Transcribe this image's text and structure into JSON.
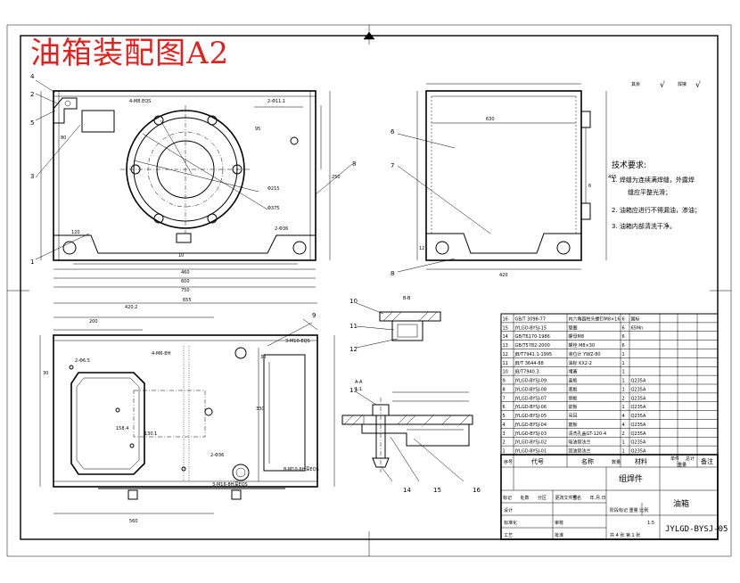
{
  "title": "油箱装配图A2",
  "surface_marks": {
    "rest": "其余",
    "rest_mark": "√",
    "weld": "焊接",
    "weld_mark": "√"
  },
  "tech_requirements": {
    "heading": "技术要求:",
    "items": [
      "1. 焊缝为连续满焊缝，外露焊",
      "缝应平整光滑；",
      "2. 油箱应进行不得漏油，渗油；",
      "3. 油箱内部清洗干净。"
    ]
  },
  "balloons": {
    "front": [
      "4",
      "5",
      "3",
      "1",
      "8",
      "2"
    ],
    "side": [
      "6",
      "7",
      "8"
    ],
    "detail": [
      "10",
      "11",
      "12",
      "13",
      "14",
      "15",
      "16"
    ],
    "top": [
      "9"
    ]
  },
  "dimensions": {
    "front": [
      "4-M8.EQS",
      "2-Φ11.1",
      "Φ215",
      "Φ375",
      "2-Φ36",
      "460",
      "600",
      "750",
      "80",
      "250",
      "95",
      "120",
      "10"
    ],
    "side": [
      "630",
      "420",
      "12",
      "6",
      "495"
    ],
    "top": [
      "655",
      "420.2",
      "200",
      "330",
      "158.4",
      "2-Φ6.5",
      "3-M10-EQS",
      "2-Φ36",
      "8-M10-6H深EQS",
      "4-M6-8H",
      "3-M16-8H深EQS",
      "560",
      "30",
      "30",
      "130.1"
    ],
    "detail": [
      "B-B",
      "A-A",
      "1:1"
    ]
  },
  "parts_table": {
    "rows": [
      {
        "no": "16",
        "code": "GB/T 3098-77",
        "name": "内六角圆柱头螺钉M8×16",
        "qty": "6",
        "material": "国标",
        "weight": "",
        "note": ""
      },
      {
        "no": "15",
        "code": "JYLGD-BYSJ-15",
        "name": "垫圈",
        "qty": "6",
        "material": "65Mn",
        "weight": "",
        "note": ""
      },
      {
        "no": "14",
        "code": "GB/T6170-1986",
        "name": "螺母M8",
        "qty": "6",
        "material": "",
        "weight": "",
        "note": ""
      },
      {
        "no": "13",
        "code": "GB/T5782-2000",
        "name": "螺栓 M8×30",
        "qty": "6",
        "material": "",
        "weight": "",
        "note": ""
      },
      {
        "no": "12",
        "code": "JB/T7941.1-1995",
        "name": "液位计 YWZ-80",
        "qty": "1",
        "material": "",
        "weight": "",
        "note": ""
      },
      {
        "no": "11",
        "code": "JB/T 3644-88",
        "name": "油标 KX2-2",
        "qty": "1",
        "material": "",
        "weight": "",
        "note": ""
      },
      {
        "no": "10",
        "code": "JB/T7940.3",
        "name": "堵塞",
        "qty": "1",
        "material": "",
        "weight": "",
        "note": ""
      },
      {
        "no": "9",
        "code": "JYLGD-BYSJ-09",
        "name": "盖板",
        "qty": "1",
        "material": "Q235A",
        "weight": "",
        "note": ""
      },
      {
        "no": "8",
        "code": "JYLGD-BYSJ-08",
        "name": "底板",
        "qty": "1",
        "material": "Q235A",
        "weight": "",
        "note": ""
      },
      {
        "no": "7",
        "code": "JYLGD-BYSJ-07",
        "name": "侧板",
        "qty": "2",
        "material": "Q235A",
        "weight": "",
        "note": ""
      },
      {
        "no": "6",
        "code": "JYLGD-BYSJ-06",
        "name": "前板",
        "qty": "1",
        "material": "Q235A",
        "weight": "",
        "note": ""
      },
      {
        "no": "5",
        "code": "JYLGD-BYSJ-05",
        "name": "吊耳",
        "qty": "4",
        "material": "Q235A",
        "weight": "",
        "note": ""
      },
      {
        "no": "4",
        "code": "JYLGD-BYSJ-04",
        "name": "筋板",
        "qty": "4",
        "material": "Q235A",
        "weight": "",
        "note": ""
      },
      {
        "no": "3",
        "code": "JYLGD-BYSJ-03",
        "name": "清洗孔盖GT-120-4",
        "qty": "2",
        "material": "Q235A",
        "weight": "",
        "note": ""
      },
      {
        "no": "2",
        "code": "JYLGD-BYSJ-02",
        "name": "吸油管法兰",
        "qty": "1",
        "material": "Q235A",
        "weight": "",
        "note": ""
      },
      {
        "no": "1",
        "code": "JYLGD-BYSJ-01",
        "name": "回油管法兰",
        "qty": "1",
        "material": "Q235A",
        "weight": "",
        "note": ""
      }
    ],
    "header": {
      "no": "序号",
      "code": "代号",
      "name": "名称",
      "qty": "数量",
      "material": "材料",
      "weight_single": "单件",
      "weight_total": "总计",
      "weight": "重量",
      "note": "备注"
    }
  },
  "title_block": {
    "assembly_type": "组焊件",
    "part_name": "油箱",
    "drawing_number": "JYLGD-BYSJ-05",
    "scale": "1:5",
    "sheets": "共 4 张  第 1 张",
    "stage_labels": "阶段标记  重量  比例",
    "change_row": [
      "标记",
      "处数",
      "分区",
      "更改文件号",
      "签名",
      "年.月.日"
    ],
    "roles": [
      "设计",
      "标准化",
      "审核",
      "工艺",
      "批准"
    ]
  }
}
